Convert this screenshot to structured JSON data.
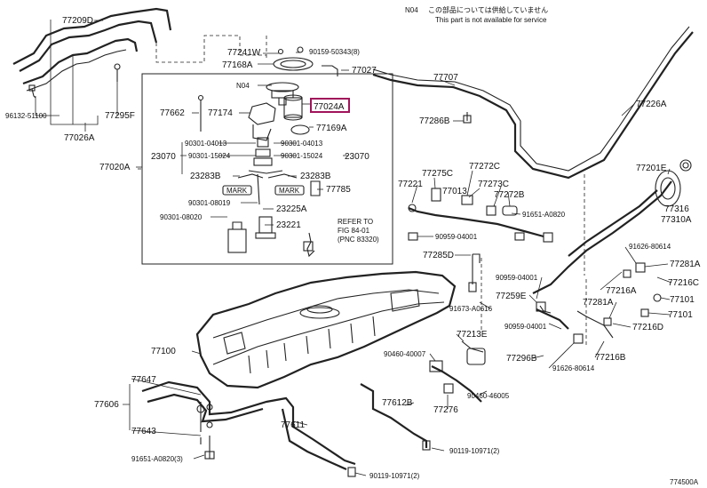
{
  "note": {
    "code": "N04",
    "jp": "この部品については供給していません",
    "en": "This part is not available for service"
  },
  "figure_code": "774500A",
  "highlight": "77024A",
  "labels": {
    "p77209D": "77209D",
    "p90159": "90159-50343(8)",
    "p77241W": "77241W",
    "p77168A": "77168A",
    "p77027": "77027",
    "p77707": "77707",
    "p96132": "96132-51100",
    "p77295F": "77295F",
    "p77026A": "77026A",
    "p77020A": "77020A",
    "pN04": "N04",
    "p77024A": "77024A",
    "p77662": "77662",
    "p77174": "77174",
    "p77169A": "77169A",
    "p90301_4013a": "90301-04013",
    "p90301_4013b": "90301-04013",
    "p23070a": "23070",
    "p23070b": "23070",
    "p90301_15024a": "90301-15024",
    "p90301_15024b": "90301-15024",
    "p23283Ba": "23283B",
    "p23283Bb": "23283B",
    "mark1": "MARK",
    "mark2": "MARK",
    "p77785": "77785",
    "p90301_8019": "90301-08019",
    "p23225A": "23225A",
    "p90301_8020": "90301-08020",
    "p23221": "23221",
    "refer1": "REFER TO",
    "refer2": "FIG 84-01",
    "refer3": "(PNC 83320)",
    "p77286B": "77286B",
    "p77226A": "77226A",
    "p77221": "77221",
    "p77275C": "77275C",
    "p77272C": "77272C",
    "p77013": "77013",
    "p77273C": "77273C",
    "p77272B": "77272B",
    "p91651_0820a": "91651-A0820",
    "p90959_4001a": "90959-04001",
    "p77285D": "77285D",
    "p77201E": "77201E",
    "p77316": "77316",
    "p77310A": "77310A",
    "p91626_614a": "91626-80614",
    "p77281Aa": "77281A",
    "p77216C": "77216C",
    "p90959_4001b": "90959-04001",
    "p77216A": "77216A",
    "p77101a": "77101",
    "p77259E": "77259E",
    "p91673": "91673-A0616",
    "p77281Ab": "77281A",
    "p77101b": "77101",
    "p90959_4001c": "90959-04001",
    "p77216D": "77216D",
    "p77100": "77100",
    "p77213E": "77213E",
    "p90460_4007": "90460-40007",
    "p77296B": "77296B",
    "p77216B": "77216B",
    "p91626_614b": "91626-80614",
    "p90460_46005": "90460-46005",
    "p77276": "77276",
    "p77647": "77647",
    "p77606": "77606",
    "p77643": "77643",
    "p91651_0820b": "91651-A0820(3)",
    "p77612B": "77612B",
    "p77611": "77611",
    "p90119a": "90119-10971(2)",
    "p90119b": "90119-10971(2)"
  }
}
